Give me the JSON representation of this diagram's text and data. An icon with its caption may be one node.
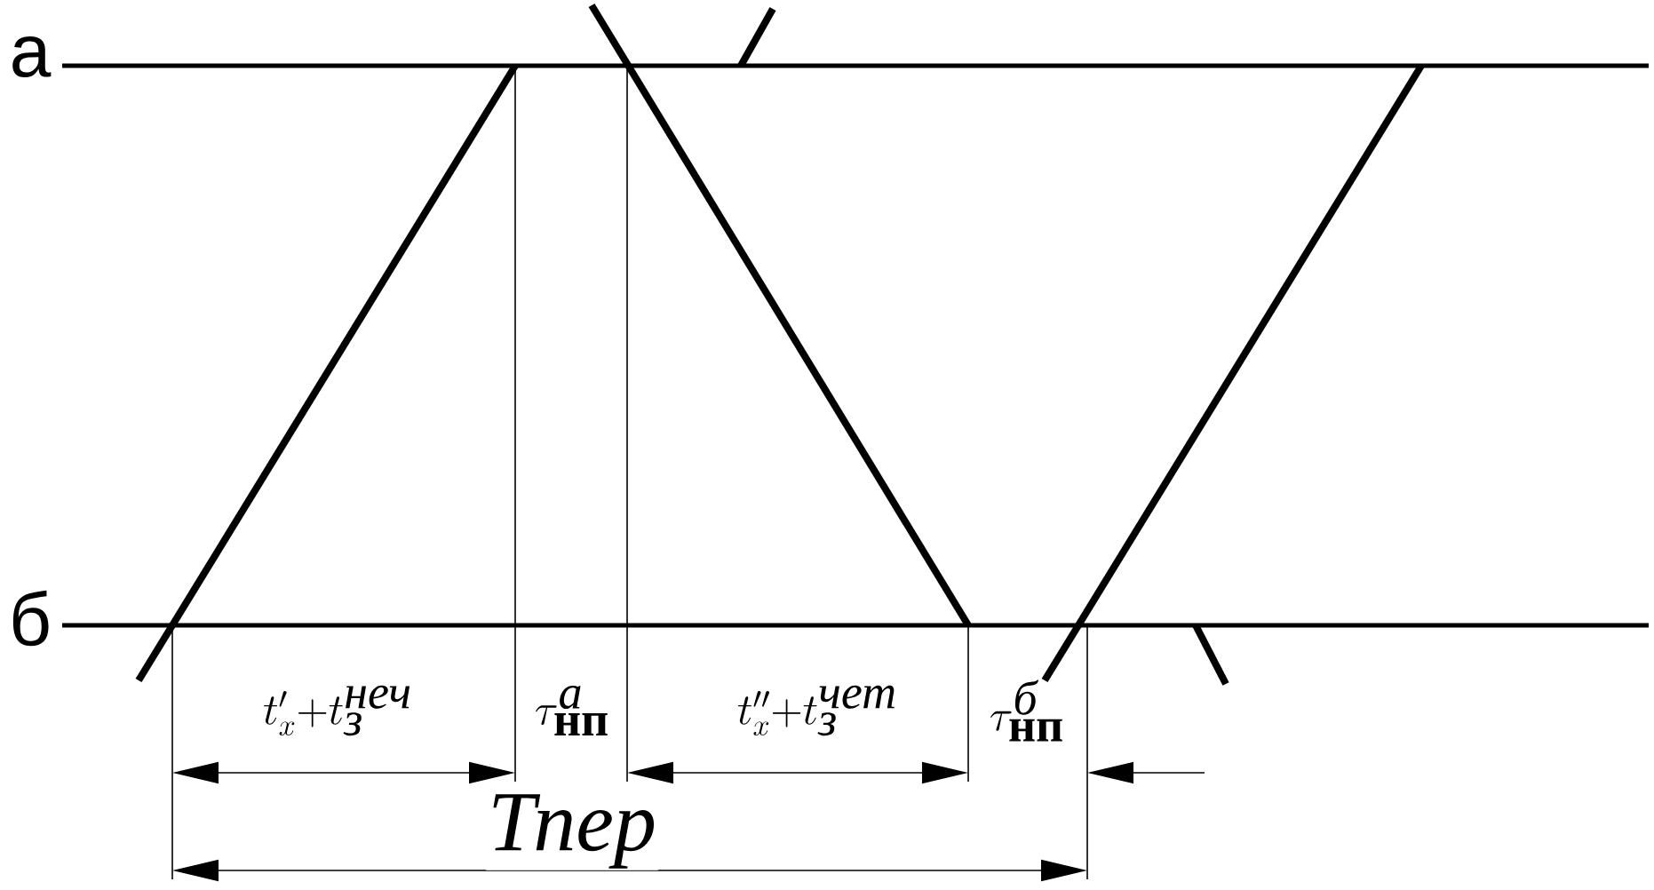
{
  "diagram": {
    "labels": [
      "а",
      "б",
      "t'_{x}{+}t_{\\mbox{\\itshape з}}^{\\mbox{\\itshape неч}}",
      "\\tau_{\\mbox{\\bfseries нп}}^{\\mbox{\\itshape а}}",
      "t''_{x}{+}t_{\\mbox{\\itshape з}}^{\\mbox{\\itshape чет}}",
      "\\tau_{\\mbox{\\bfseries нп}}^{\\mbox{\\itshape б}}",
      "\\mbox{\\itshape Тпер}"
    ]
  }
}
